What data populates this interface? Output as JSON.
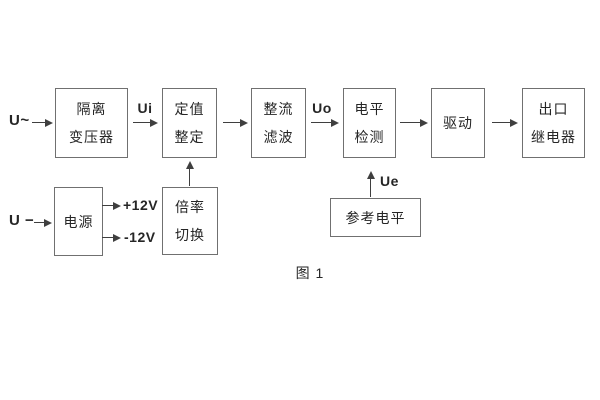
{
  "blocks": {
    "isolation_transformer": {
      "line1": "隔离",
      "line2": "变压器"
    },
    "setting_adjust": {
      "line1": "定值",
      "line2": "整定"
    },
    "rectifier_filter": {
      "line1": "整流",
      "line2": "滤波"
    },
    "level_detection": {
      "line1": "电平",
      "line2": "检测"
    },
    "driver": {
      "label": "驱动"
    },
    "output_relay": {
      "line1": "出口",
      "line2": "继电器"
    },
    "power_supply": {
      "label": "电源"
    },
    "ratio_switch": {
      "line1": "倍率",
      "line2": "切换"
    },
    "reference_level": {
      "label": "参考电平"
    }
  },
  "labels": {
    "input_ac": "U~",
    "input_dc": "U −",
    "signal_ui": "Ui",
    "signal_uo": "Uo",
    "signal_ue": "Ue",
    "rail_pos": "+12V",
    "rail_neg": "-12V",
    "caption": "图 1"
  },
  "colors": {
    "background": "#ffffff",
    "line": "#3f3f3f",
    "border": "#707070",
    "text": "#262626"
  }
}
